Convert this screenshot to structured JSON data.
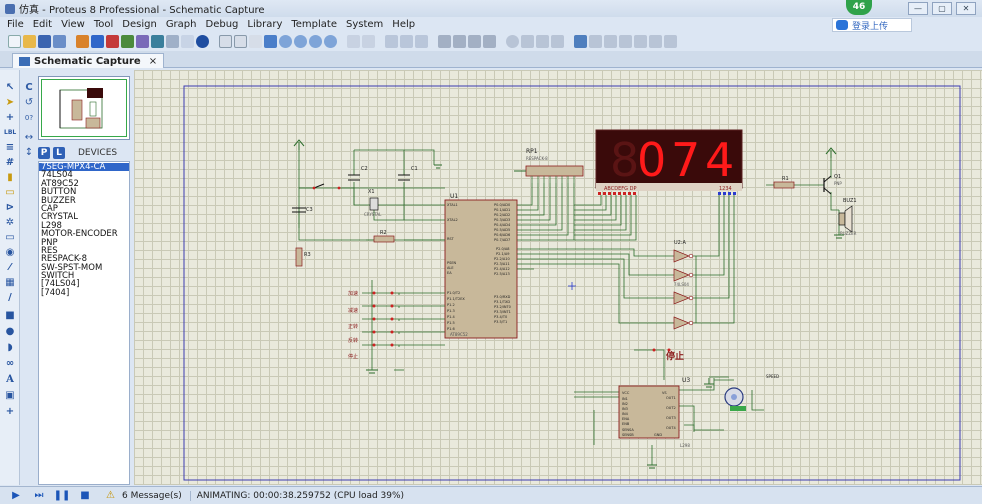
{
  "window": {
    "title": "仿真 - Proteus 8 Professional - Schematic Capture",
    "badge": "46"
  },
  "menu": [
    "File",
    "Edit",
    "View",
    "Tool",
    "Design",
    "Graph",
    "Debug",
    "Library",
    "Template",
    "System",
    "Help"
  ],
  "upload_label": "登录上传",
  "tab": {
    "label": "Schematic Capture",
    "close": "×"
  },
  "side_tools": [
    "C",
    "0?",
    "LBL"
  ],
  "devices_header": {
    "p": "P",
    "l": "L",
    "title": "DEVICES"
  },
  "devices": [
    "7SEG-MPX4-CA",
    "74LS04",
    "AT89C52",
    "BUTTON",
    "BUZZER",
    "CAP",
    "CRYSTAL",
    "L298",
    "MOTOR-ENCODER",
    "PNP",
    "RES",
    "RESPACK-8",
    "SW-SPST-MOM",
    "SWITCH",
    "[74LS04]",
    "[7404]"
  ],
  "selected_device": "7SEG-MPX4-CA",
  "display": {
    "digits": [
      "",
      "0",
      "7",
      "4"
    ],
    "label_left": "ABCDEFG DP",
    "label_right": "1234"
  },
  "schematic_labels": {
    "rp1": "RP1",
    "rp1_part": "RESPACK-8",
    "u1": "U1",
    "u1_part": "AT89C52",
    "x1": "X1",
    "x1_part": "CRYSTAL",
    "c1": "C1",
    "c2": "C2",
    "c3": "C3",
    "r1": "R1",
    "r2": "R2",
    "r3": "R3",
    "q1": "Q1",
    "q1_part": "PNP",
    "buz1": "BUZ1",
    "buz1_part": "BUZZER",
    "u2a": "U2:A",
    "u2_part": "74LS04",
    "u3": "U3",
    "u3_part": "L298",
    "stop": "停止",
    "speed": "SPEED",
    "sw_labels": [
      "加速",
      "减速",
      "正转",
      "反转",
      "停止"
    ]
  },
  "status": {
    "messages": "6 Message(s)",
    "animating": "ANIMATING: 00:00:38.259752 (CPU load 39%)"
  },
  "colors": {
    "canvas": "#e9e9dc",
    "wire": "#2a6c2a",
    "component": "#8b1c1c",
    "display_on": "#ff1a1a",
    "display_bg": "#3a0a0a",
    "selection": "#2f66c9"
  }
}
